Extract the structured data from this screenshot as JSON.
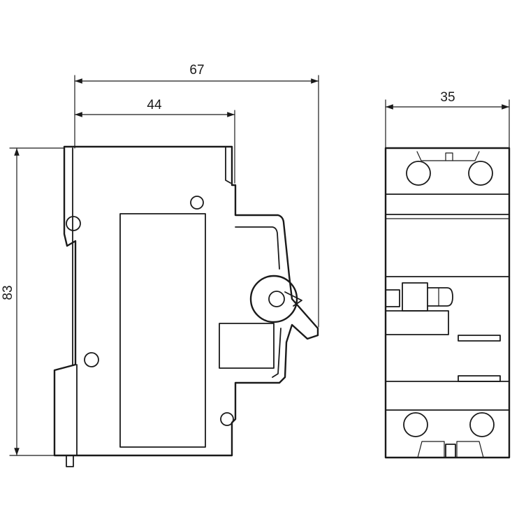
{
  "dimensions": {
    "overall_depth": "67",
    "front_depth": "44",
    "height": "83",
    "width": "35"
  }
}
